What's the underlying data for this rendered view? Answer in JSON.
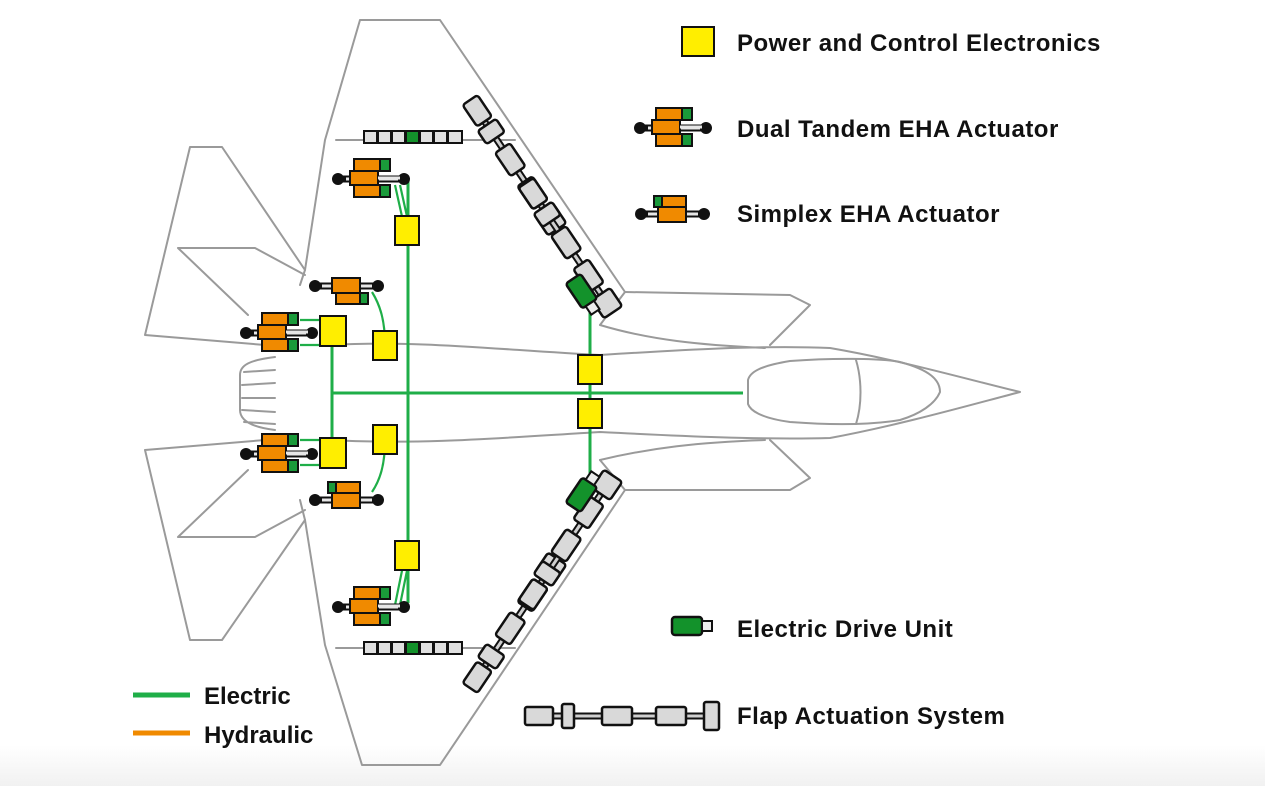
{
  "colors": {
    "electric": "#1fae48",
    "hydraulic": "#f08a00",
    "pce_fill": "#ffee00",
    "actuator_orange": "#f08a00",
    "actuator_green": "#1a9a3a",
    "edu_green": "#13922b",
    "flap_gray": "#d9d9d9",
    "outline": "#9a9a9a",
    "ink": "#111111"
  },
  "legend": {
    "power_control_electronics": "Power and Control Electronics",
    "dual_tandem_eha": "Dual Tandem EHA Actuator",
    "simplex_eha": "Simplex EHA Actuator",
    "electric_drive_unit": "Electric Drive Unit",
    "flap_actuation_system": "Flap Actuation System",
    "electric": "Electric",
    "hydraulic": "Hydraulic"
  },
  "diagram": {
    "subject": "Aircraft flight control actuation (top view)",
    "components": {
      "power_control_electronics_count": 8,
      "dual_tandem_eha_count": 4,
      "simplex_eha_count": 2,
      "electric_drive_unit_count": 2,
      "flap_actuation_system_count": 2
    }
  }
}
